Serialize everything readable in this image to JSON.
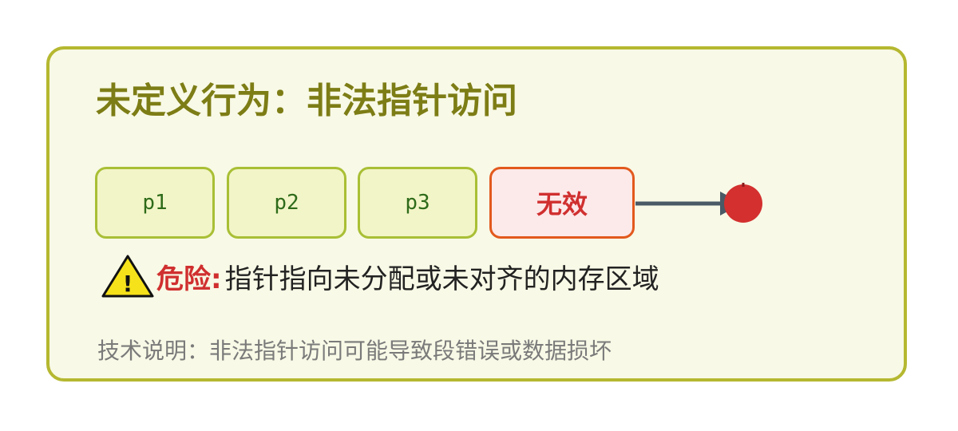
{
  "title": "未定义行为：非法指针访问",
  "pointers": [
    {
      "label": "p1"
    },
    {
      "label": "p2"
    },
    {
      "label": "p3"
    }
  ],
  "invalid_pointer": {
    "label": "无效"
  },
  "warning": {
    "icon": "warning-triangle-icon",
    "label": "危险:",
    "text": "指针指向未分配或未对齐的内存区域"
  },
  "note": "技术说明：非法指针访问可能导致段错误或数据损坏",
  "colors": {
    "card_background": "#f8f9e6",
    "card_border": "#b5b830",
    "title": "#7d7d16",
    "valid_box_fill": "#f2f5c7",
    "valid_box_border": "#a9bf35",
    "invalid_box_fill": "#fce9ea",
    "invalid_box_border": "#e2591d",
    "danger": "#d02f2f",
    "arrow": "#4a5a66"
  }
}
